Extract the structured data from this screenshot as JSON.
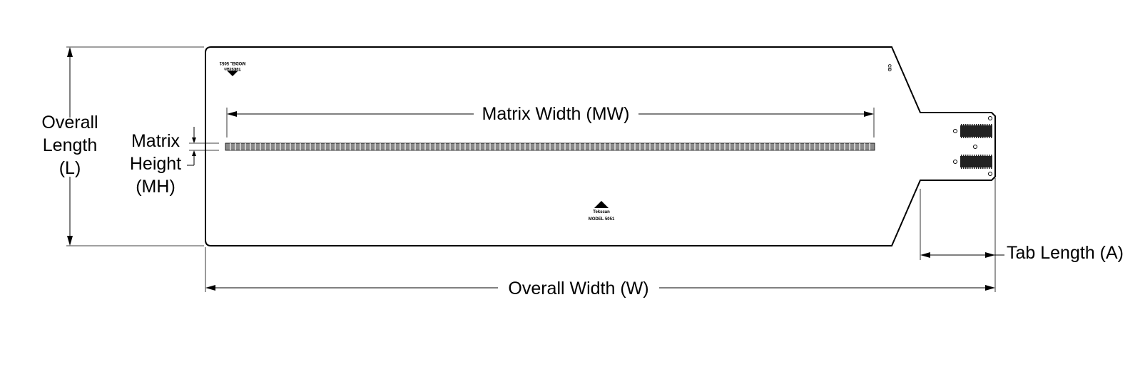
{
  "labels": {
    "overall_length": [
      "Overall",
      "Length",
      "(L)"
    ],
    "matrix_height": [
      "Matrix",
      "Height",
      "(MH)"
    ],
    "matrix_width": "Matrix Width (MW)",
    "overall_width": "Overall Width (W)",
    "tab_length": "Tab Length (A)"
  },
  "logo": {
    "brand_text": "Tekscan",
    "model_text": "MODEL 5051"
  },
  "tab_marking": "CID",
  "colors": {
    "line": "#000000",
    "matrix_fill": "#8a8a8a",
    "background": "#ffffff"
  }
}
